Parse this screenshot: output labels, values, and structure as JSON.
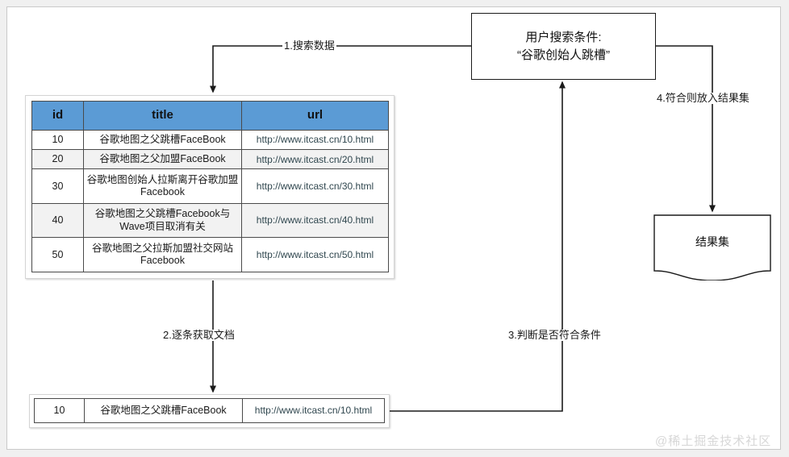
{
  "diagram": {
    "title_box": {
      "line1": "用户搜索条件:",
      "line2": "“谷歌创始人跳槽”"
    },
    "result_box": {
      "label": "结果集"
    },
    "edge_labels": {
      "step1": "1.搜索数据",
      "step2": "2.逐条获取文档",
      "step3": "3.判断是否符合条件",
      "step4": "4.符合则放入结果集"
    },
    "watermark": "@稀土掘金技术社区",
    "colors": {
      "header_blue": "#5B9BD5",
      "alt_row": "#F2F2F2",
      "line": "#1A1A1A",
      "watermark": "#D7D7D7"
    }
  },
  "main_table": {
    "headers": [
      "id",
      "title",
      "url"
    ],
    "rows": [
      {
        "id": "10",
        "title": "谷歌地图之父跳槽FaceBook",
        "url": "http://www.itcast.cn/10.html"
      },
      {
        "id": "20",
        "title": "谷歌地图之父加盟FaceBook",
        "url": "http://www.itcast.cn/20.html"
      },
      {
        "id": "30",
        "title": "谷歌地图创始人拉斯离开谷歌加盟Facebook",
        "url": "http://www.itcast.cn/30.html"
      },
      {
        "id": "40",
        "title": "谷歌地图之父跳槽Facebook与Wave项目取消有关",
        "url": "http://www.itcast.cn/40.html"
      },
      {
        "id": "50",
        "title": "谷歌地图之父拉斯加盟社交网站Facebook",
        "url": "http://www.itcast.cn/50.html"
      }
    ]
  },
  "bottom_table": {
    "rows": [
      {
        "id": "10",
        "title": "谷歌地图之父跳槽FaceBook",
        "url": "http://www.itcast.cn/10.html"
      }
    ]
  }
}
